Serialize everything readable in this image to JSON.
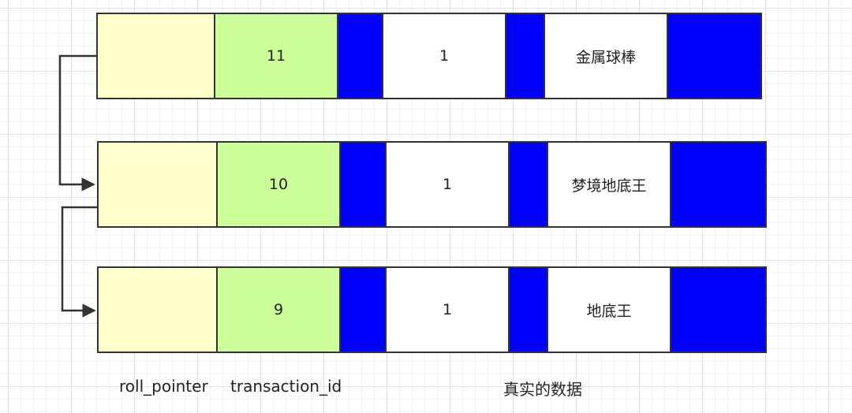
{
  "colors": {
    "roll_pointer_fill": "#ffffcc",
    "transaction_id_fill": "#ccff99",
    "separator_fill": "#0000ff",
    "value_fill": "#ffffff",
    "border": "#333333",
    "arrow": "#333333"
  },
  "records": [
    {
      "roll_pointer": "",
      "transaction_id": "11",
      "value": "1",
      "name": "金属球棒"
    },
    {
      "roll_pointer": "",
      "transaction_id": "10",
      "value": "1",
      "name": "梦境地底王"
    },
    {
      "roll_pointer": "",
      "transaction_id": "9",
      "value": "1",
      "name": "地底王"
    }
  ],
  "labels": {
    "roll_pointer": "roll_pointer",
    "transaction_id": "transaction_id",
    "real_data": "真实的数据"
  },
  "connectors": [
    {
      "from_record": 0,
      "to_record": 1,
      "style": "arrow"
    },
    {
      "from_record": 1,
      "to_record": 2,
      "style": "arrow"
    }
  ]
}
